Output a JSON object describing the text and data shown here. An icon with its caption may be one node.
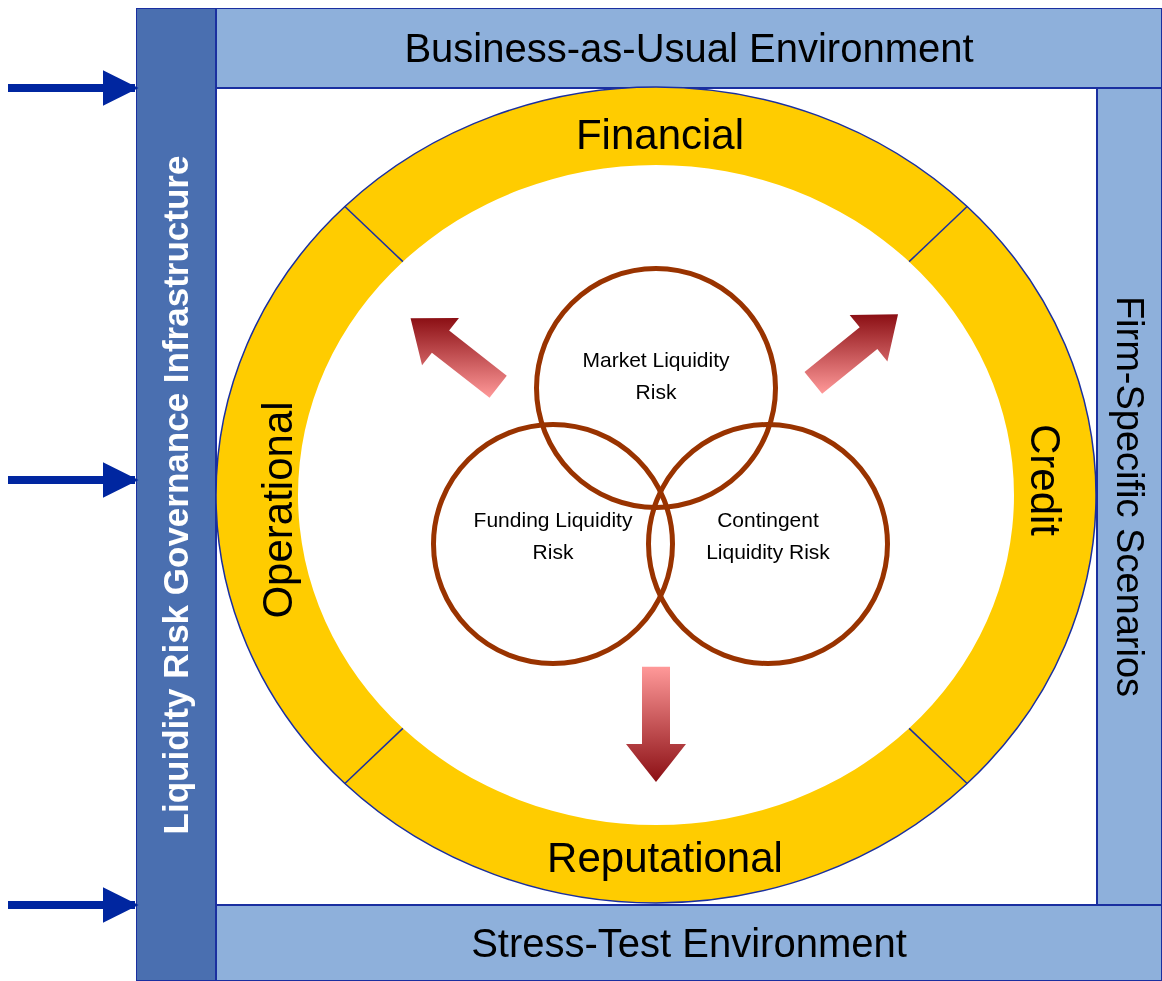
{
  "diagram": {
    "nodes": [
      {
        "text": [
          "Liquidity Risk Governance Infrastructure"
        ]
      },
      {
        "text": [
          "Business-as-Usual Environment"
        ]
      },
      {
        "text": [
          "Firm-Specific Scenarios"
        ]
      },
      {
        "text": [
          "Stress-Test Environment"
        ]
      },
      {
        "text": [
          "Financial"
        ]
      },
      {
        "text": [
          "Operational"
        ]
      },
      {
        "text": [
          "Credit"
        ]
      },
      {
        "text": [
          "Reputational"
        ]
      },
      {
        "text": [
          "Market Liquidity Risk"
        ]
      },
      {
        "text": [
          "Funding Liquidity Risk"
        ]
      },
      {
        "text": [
          "Contingent Liquidity Risk"
        ]
      }
    ],
    "edges": [
      {
        "from": null,
        "to": 0,
        "arrow": "to"
      },
      {
        "from": null,
        "to": 0,
        "arrow": "to"
      },
      {
        "from": null,
        "to": 0,
        "arrow": "to"
      },
      {
        "from": 8,
        "to": 5,
        "arrow": "to",
        "style": "thick",
        "color": "#c0392b"
      },
      {
        "from": 8,
        "to": 6,
        "arrow": "to",
        "style": "thick",
        "color": "#c0392b"
      },
      {
        "from": 9,
        "to": 7,
        "arrow": "to",
        "style": "thick",
        "color": "#c0392b"
      }
    ]
  }
}
